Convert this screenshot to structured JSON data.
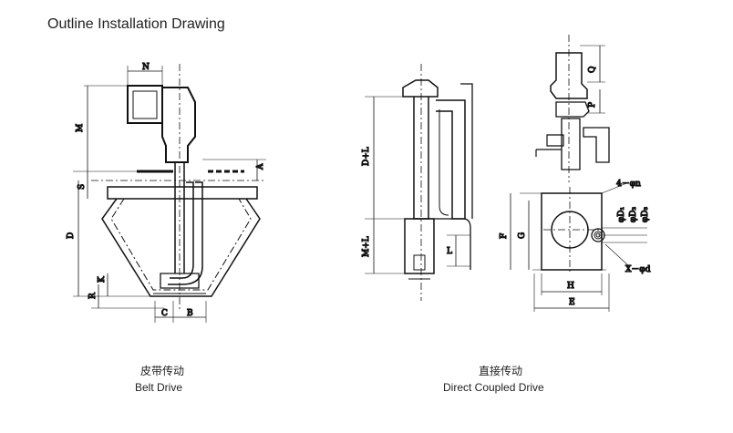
{
  "title": "Outline Installation Drawing",
  "belt_drive": {
    "caption_cn": "皮带传动",
    "caption_en": "Belt Drive",
    "labels": {
      "N": "N",
      "M": "M",
      "A": "A",
      "S": "S",
      "D": "D",
      "K": "K",
      "R": "R",
      "C": "C",
      "B": "B"
    }
  },
  "direct_drive": {
    "caption_cn": "直接传动",
    "caption_en": "Direct Coupled Drive",
    "labels": {
      "Q": "Q",
      "P": "P",
      "DL": "D+L",
      "ML": "M+L",
      "L": "L",
      "n": "4－φn",
      "D1": "φD₁",
      "D2": "φD₂",
      "D3": "φD₃",
      "F": "F",
      "G": "G",
      "H": "H",
      "E": "E",
      "Xd": "X－φd"
    }
  }
}
